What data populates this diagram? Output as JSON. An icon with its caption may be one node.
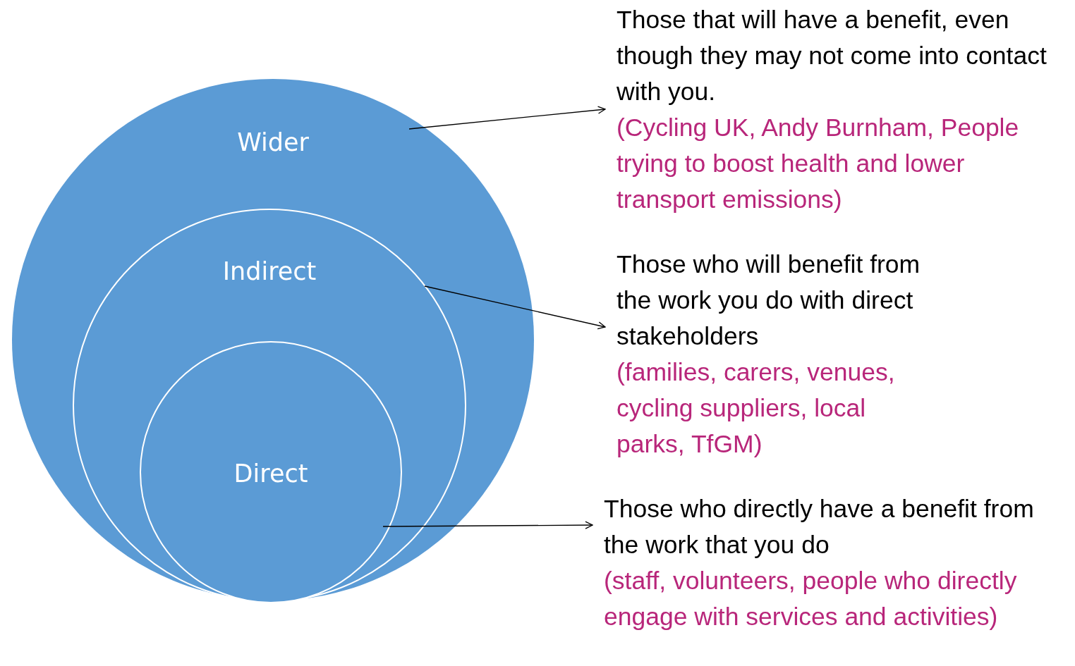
{
  "diagram": {
    "nodes": [
      {
        "text": [
          "Wider"
        ]
      },
      {
        "text": [
          "Indirect"
        ],
        "in": 0
      },
      {
        "text": [
          "Direct"
        ],
        "in": 1
      },
      {
        "text": [
          "Those that will have a benefit, even though they may not come into contact with you.",
          "(Cycling UK, Andy Burnham, People trying to boost health and lower transport emissions)"
        ]
      },
      {
        "text": [
          "Those who will benefit from the work you do with direct stakeholders",
          "(families, carers, venues, cycling suppliers, local parks, TfGM)"
        ]
      },
      {
        "text": [
          "Those who directly have a benefit from the work that you do",
          "(staff, volunteers, people who directly engage with services and activities)"
        ]
      }
    ],
    "edges": [
      {
        "from": 0,
        "to": 3,
        "arrow": "to"
      },
      {
        "from": 1,
        "to": 4,
        "arrow": "to"
      },
      {
        "from": 2,
        "to": 5,
        "arrow": "to"
      }
    ]
  }
}
